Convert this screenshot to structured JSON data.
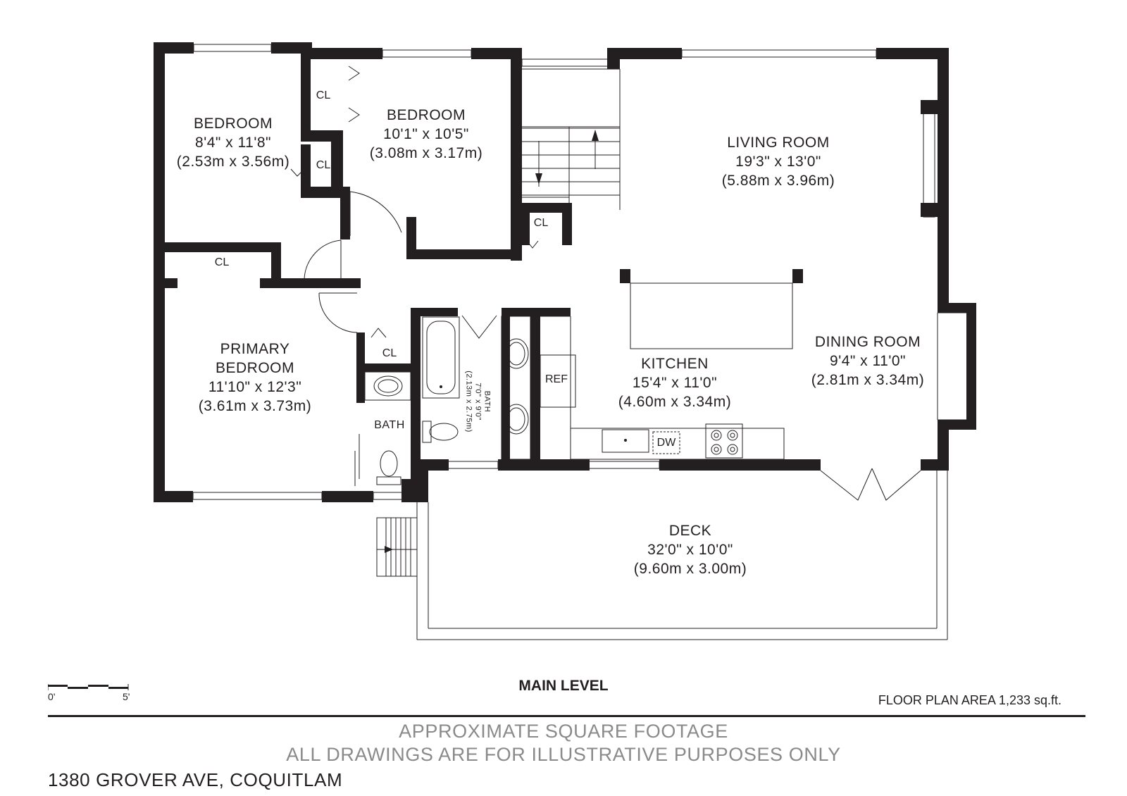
{
  "rooms": {
    "bedroom_2": {
      "name": "BEDROOM",
      "dim_imperial": "8'4\" x 11'8\"",
      "dim_metric": "(2.53m x 3.56m)"
    },
    "bedroom_3": {
      "name": "BEDROOM",
      "dim_imperial": "10'1\" x 10'5\"",
      "dim_metric": "(3.08m x 3.17m)"
    },
    "living_room": {
      "name": "LIVING ROOM",
      "dim_imperial": "19'3\" x 13'0\"",
      "dim_metric": "(5.88m x 3.96m)"
    },
    "primary_bedroom": {
      "name_line1": "PRIMARY",
      "name_line2": "BEDROOM",
      "dim_imperial": "11'10\" x 12'3\"",
      "dim_metric": "(3.61m x 3.73m)"
    },
    "dining_room": {
      "name": "DINING ROOM",
      "dim_imperial": "9'4\" x 11'0\"",
      "dim_metric": "(2.81m x 3.34m)"
    },
    "kitchen": {
      "name": "KITCHEN",
      "dim_imperial": "15'4\" x 11'0\"",
      "dim_metric": "(4.60m x 3.34m)"
    },
    "deck": {
      "name": "DECK",
      "dim_imperial": "32'0\" x 10'0\"",
      "dim_metric": "(9.60m x 3.00m)"
    },
    "bath_main": {
      "name": "BATH",
      "dim_imperial": "7'0\" x 9'0\"",
      "dim_metric": "(2.13m x 2.75m)"
    },
    "bath_small": {
      "name": "BATH"
    }
  },
  "closets": {
    "label": "CL"
  },
  "fixtures": {
    "refrigerator": "REF",
    "dishwasher": "DW"
  },
  "footer": {
    "level_title": "MAIN LEVEL",
    "area_note": "FLOOR PLAN AREA 1,233 sq.ft.",
    "disclaimer_line1": "APPROXIMATE SQUARE FOOTAGE",
    "disclaimer_line2": "ALL DRAWINGS ARE FOR ILLUSTRATIVE PURPOSES ONLY",
    "address": "1380 GROVER AVE, COQUITLAM",
    "scale_start": "0'",
    "scale_end": "5'"
  },
  "colors": {
    "wall": "#231f20",
    "line": "#231f20",
    "muted": "#8a8a8a",
    "background": "#ffffff"
  }
}
